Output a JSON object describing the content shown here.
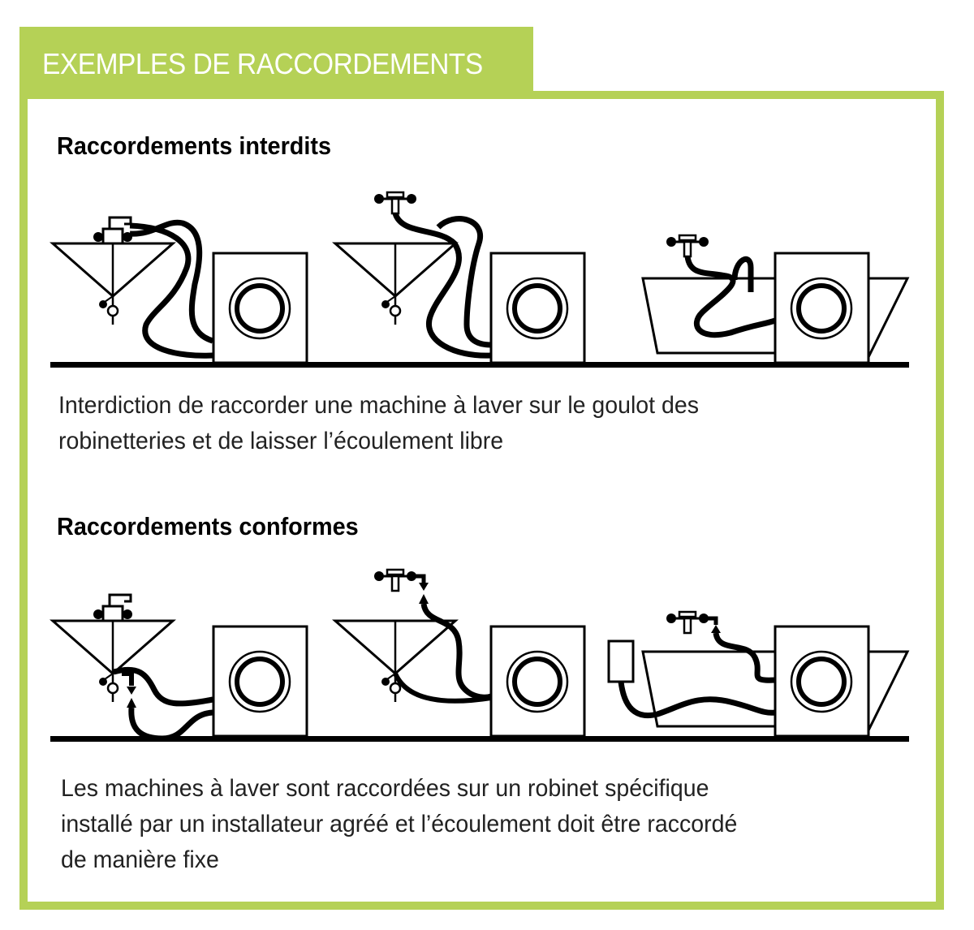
{
  "title": "EXEMPLES DE RACCORDEMENTS",
  "accent_color": "#b5d156",
  "sections": [
    {
      "heading": "Raccordements interdits",
      "lines": [
        "Interdiction de raccorder une machine à laver sur le goulot des",
        "robinetteries et de laisser l’écoulement libre"
      ]
    },
    {
      "heading": "Raccordements conformes",
      "lines": [
        "Les machines à laver sont raccordées sur un robinet spécifique",
        "installé par un installateur agréé et l’écoulement doit être raccordé",
        "de manière fixe"
      ]
    }
  ]
}
